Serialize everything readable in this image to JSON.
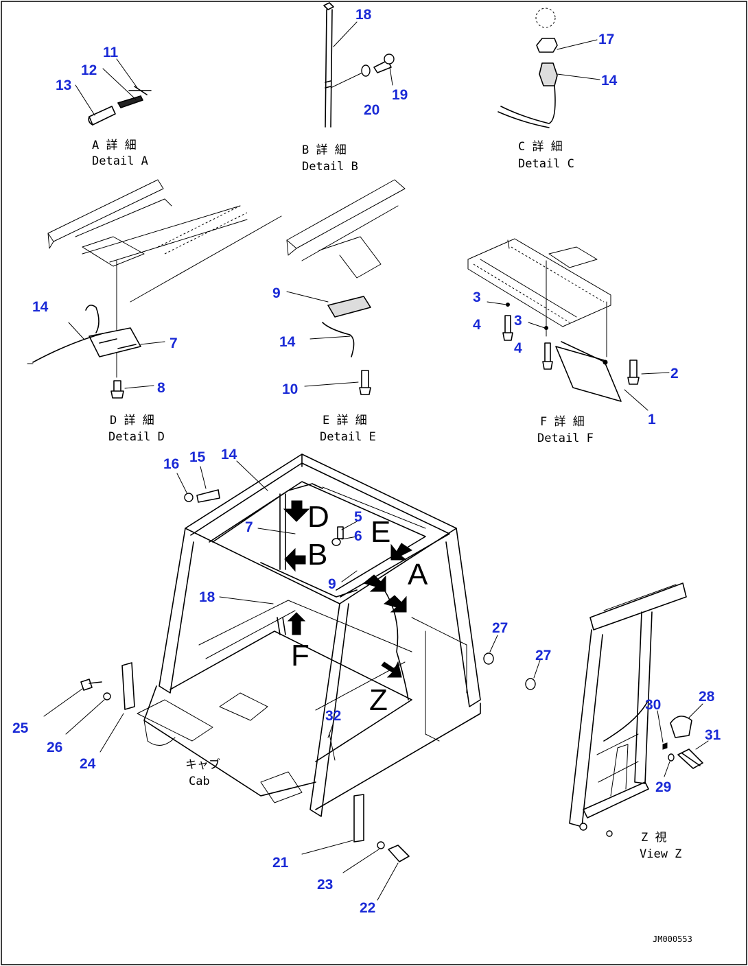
{
  "details": {
    "A": {
      "jp": "A 詳 細",
      "en": "Detail A"
    },
    "B": {
      "jp": "B 詳 細",
      "en": "Detail B"
    },
    "C": {
      "jp": "C 詳 細",
      "en": "Detail C"
    },
    "D": {
      "jp": "D 詳 細",
      "en": "Detail D"
    },
    "E": {
      "jp": "E 詳 細",
      "en": "Detail E"
    },
    "F": {
      "jp": "F 詳 細",
      "en": "Detail F"
    }
  },
  "cab_label": {
    "jp": "キャブ",
    "en": "Cab"
  },
  "view_z": {
    "jp": "Z 視",
    "en": "View Z"
  },
  "view_markers": {
    "d": "D",
    "e": "E",
    "b": "B",
    "a": "A",
    "f": "F",
    "z": "Z"
  },
  "drawing_code": "JM000553",
  "callouts": {
    "c1": "1",
    "c2": "2",
    "c3a": "3",
    "c3b": "3",
    "c4a": "4",
    "c4b": "4",
    "c5": "5",
    "c6": "6",
    "c7d": "7",
    "c7m": "7",
    "c8": "8",
    "c9e": "9",
    "c9m": "9",
    "c10": "10",
    "c11": "11",
    "c12": "12",
    "c13": "13",
    "c14c": "14",
    "c14d": "14",
    "c14e": "14",
    "c14m": "14",
    "c15": "15",
    "c16": "16",
    "c17": "17",
    "c18b": "18",
    "c18m": "18",
    "c19": "19",
    "c20": "20",
    "c21": "21",
    "c22": "22",
    "c23": "23",
    "c24": "24",
    "c25": "25",
    "c26": "26",
    "c27a": "27",
    "c27b": "27",
    "c28": "28",
    "c29": "29",
    "c30": "30",
    "c31": "31",
    "c32": "32"
  }
}
